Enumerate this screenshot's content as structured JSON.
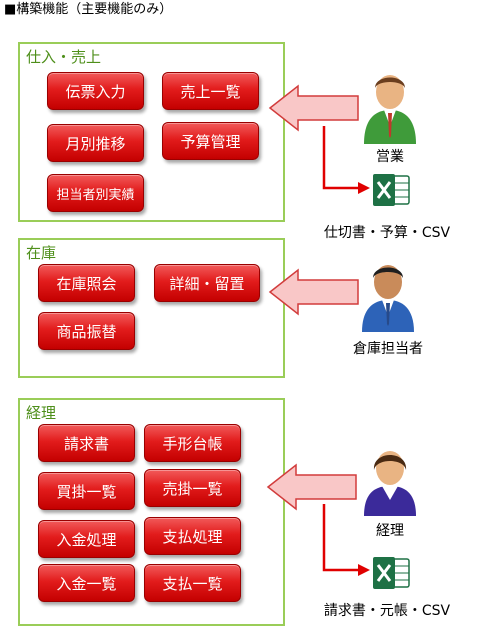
{
  "page_title": "■構築機能（主要機能のみ）",
  "groups": [
    {
      "title": "仕入・売上",
      "buttons": [
        "伝票入力",
        "売上一覧",
        "月別推移",
        "予算管理",
        "担当者別実績"
      ]
    },
    {
      "title": "在庫",
      "buttons": [
        "在庫照会",
        "詳細・留置",
        "商品振替"
      ]
    },
    {
      "title": "経理",
      "buttons": [
        "請求書",
        "手形台帳",
        "買掛一覧",
        "売掛一覧",
        "入金処理",
        "支払処理",
        "入金一覧",
        "支払一覧"
      ]
    }
  ],
  "actors": {
    "sales": "営業",
    "warehouse": "倉庫担当者",
    "accounting": "経理"
  },
  "outputs": {
    "sales": "仕切書・予算・CSV",
    "accounting": "請求書・元帳・CSV"
  },
  "icons": {
    "excel": "excel-icon",
    "person": "person-icon"
  },
  "colors": {
    "button_red": "#e21c1c",
    "group_border": "#9acd58",
    "arrow_fill": "#f9c7c7",
    "arrow_stroke": "#d23c3c",
    "connector": "#e00000",
    "excel_green": "#1e7145"
  }
}
